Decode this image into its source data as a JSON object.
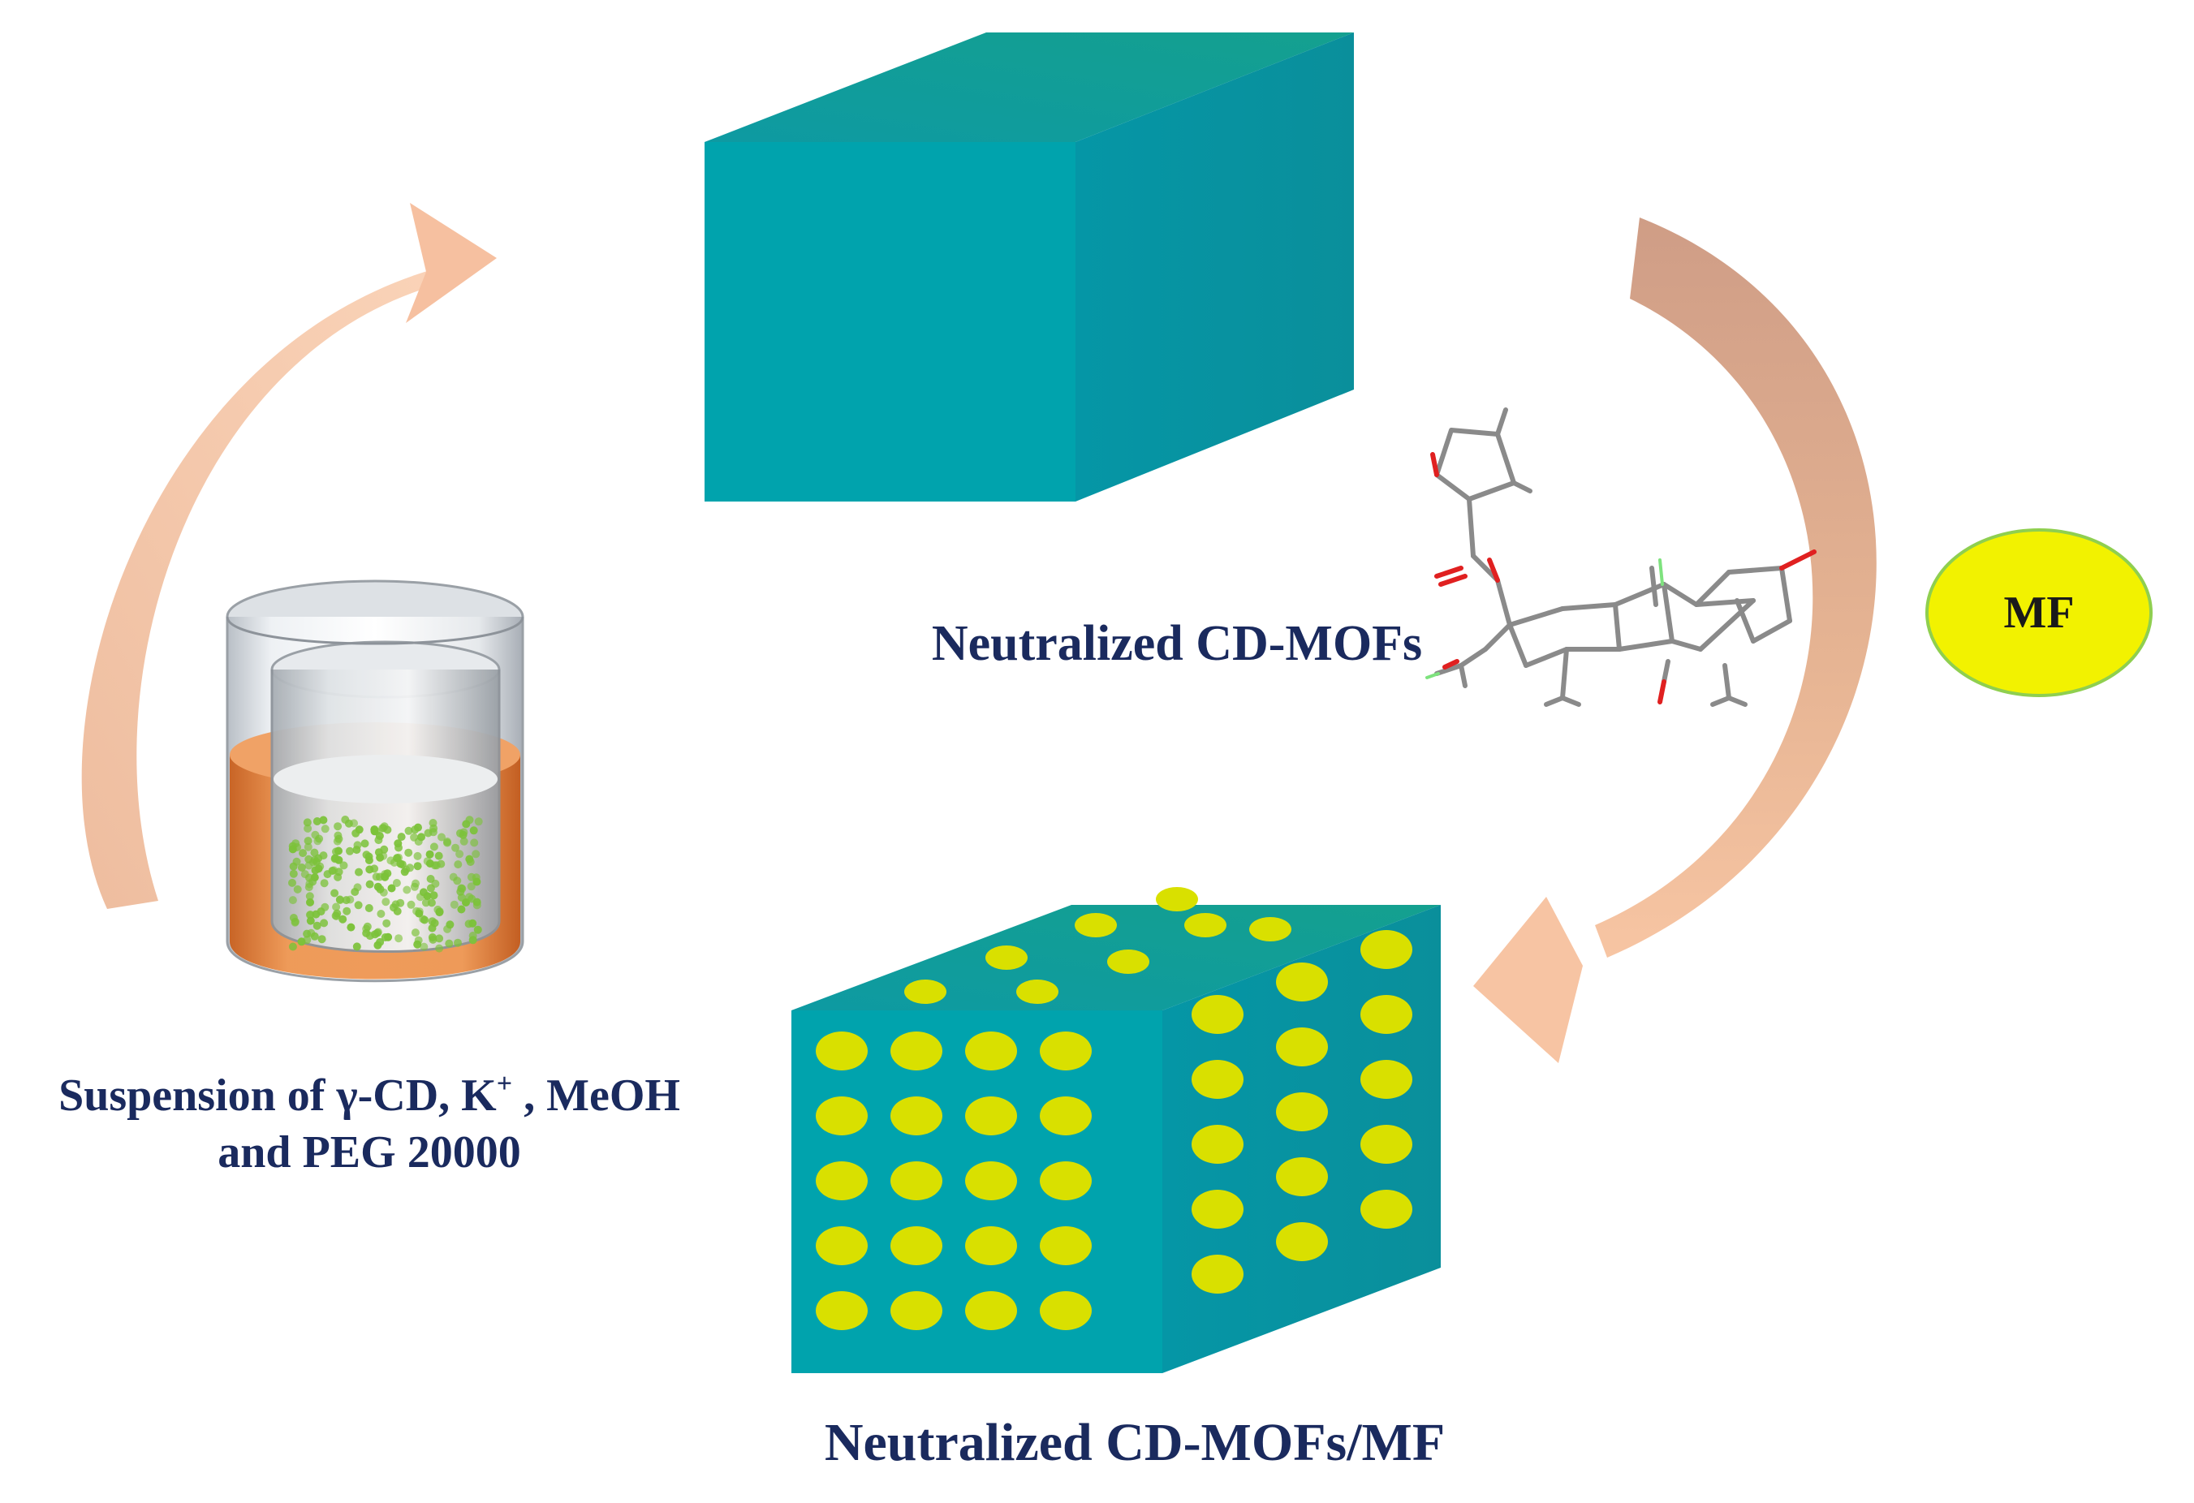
{
  "labels": {
    "top_cube": "Neutralized CD-MOFs",
    "bottom_cube": "Neutralized CD-MOFs/MF",
    "beaker_line1_a": "Suspension of γ-CD, K",
    "beaker_line1_sup": "+",
    "beaker_line1_b": " , MeOH",
    "beaker_line2": "and PEG 20000",
    "drug": "MF"
  },
  "colors": {
    "cube_front": "#00a3ad",
    "cube_top": "#0f9f9c",
    "cube_side": "#0896a3",
    "dot": "#d9e000",
    "drug_ellipse_fill": "#f2f200",
    "drug_ellipse_stroke": "#8fcf4f",
    "arrow_left": "#f7c4a3",
    "arrow_right": "#d4a088",
    "text": "#1a2a5e",
    "beaker_liquid": "#e8893e",
    "particles": "#7cc23a"
  },
  "icons": [
    "curved-arrow-icon",
    "beaker-icon",
    "molecule-icon"
  ]
}
